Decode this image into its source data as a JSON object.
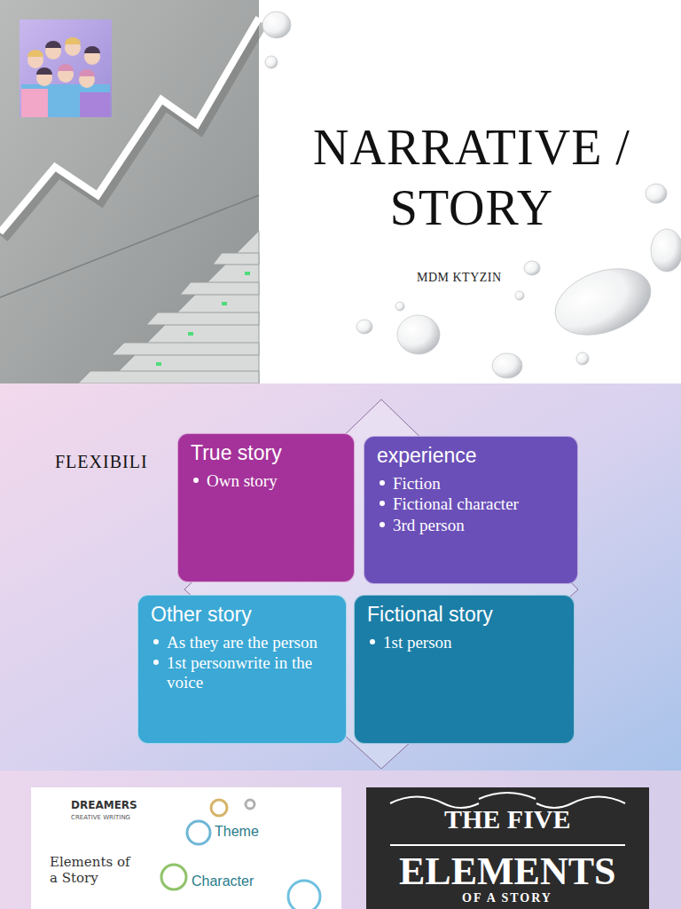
{
  "diagram": {
    "title": "NARRATIVE / STORY",
    "nodes": [
      {
        "text": [
          "True story",
          "Own story"
        ]
      },
      {
        "text": [
          "experience",
          "Fiction",
          "Fictional character",
          "3rd person"
        ]
      },
      {
        "text": [
          "Other story",
          "As they are the person",
          "1st personwrite in the voice"
        ]
      },
      {
        "text": [
          "Fictional story",
          "1st person"
        ]
      }
    ],
    "labels": [
      "MDM KTYZIN",
      "FLEXIBILI",
      "DREAMERS",
      "CREATIVE WRITING",
      "Elements of a Story",
      "Theme",
      "Character",
      "THE FIVE",
      "ELEMENTS",
      "OF A STORY"
    ]
  }
}
